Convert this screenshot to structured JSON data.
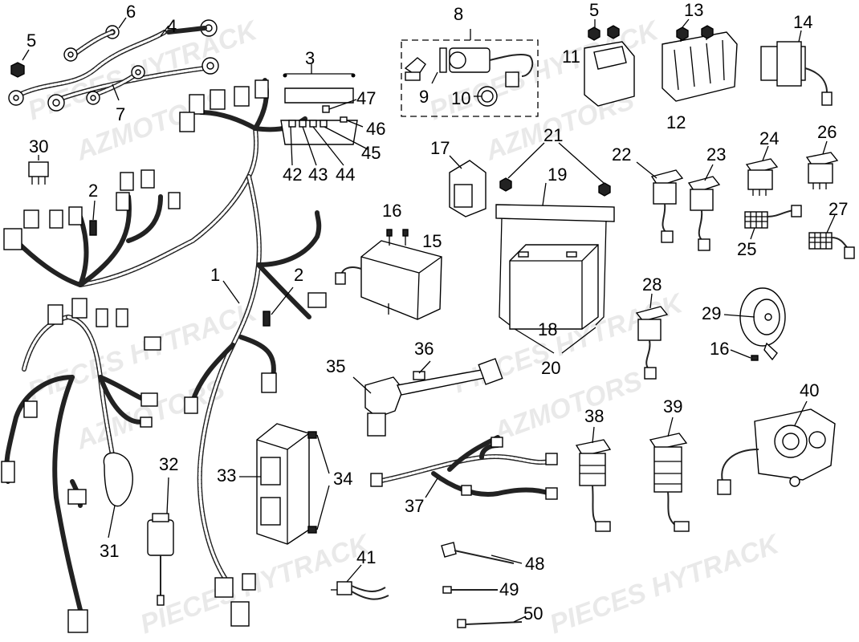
{
  "watermark": {
    "line1": "PIECES HYTRACK",
    "line2": "AZMOTORS"
  },
  "callouts": [
    "1",
    "2",
    "3",
    "4",
    "5",
    "6",
    "7",
    "8",
    "9",
    "10",
    "11",
    "12",
    "13",
    "14",
    "15",
    "16",
    "17",
    "18",
    "19",
    "20",
    "21",
    "22",
    "23",
    "24",
    "25",
    "26",
    "27",
    "28",
    "29",
    "30",
    "31",
    "32",
    "33",
    "34",
    "35",
    "36",
    "37",
    "38",
    "39",
    "40",
    "41",
    "42",
    "43",
    "44",
    "45",
    "46",
    "47",
    "48",
    "49",
    "50"
  ]
}
